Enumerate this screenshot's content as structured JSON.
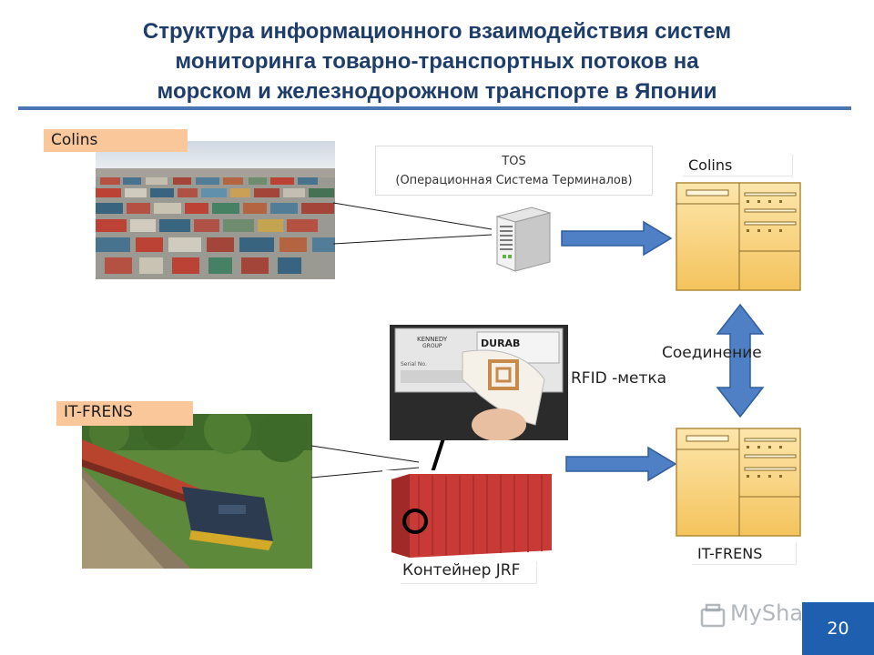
{
  "title": {
    "line1": "Структура информационного взаимодействия систем",
    "line2": "мониторинга товарно-транспортных потоков на",
    "line3": "морском и железнодорожном транспорте в Японии"
  },
  "labels": {
    "colins_top": "Colins",
    "colins_right": "Colins",
    "itfrens_left": "IT-FRENS",
    "itfrens_right": "IT-FRENS",
    "tos_line1": "TOS",
    "tos_line2": "(Операционная Система Терминалов)",
    "rfid": "RFID -метка",
    "connection": "Соединение",
    "container": "Контейнер JRF"
  },
  "rfid_card": {
    "brand1": "KENNEDY",
    "brand2": "GROUP",
    "serial": "Serial No.",
    "durab": "DURAB"
  },
  "footer": {
    "page_number": "20",
    "watermark": "MyShared"
  },
  "colors": {
    "title": "#1f3d6b",
    "rule": "#4a77b4",
    "tag_orange": "#f9c79a",
    "arrow_blue": "#4f7fc4",
    "panel_gold": "#f8cf74",
    "badge": "#1f5fb0"
  }
}
